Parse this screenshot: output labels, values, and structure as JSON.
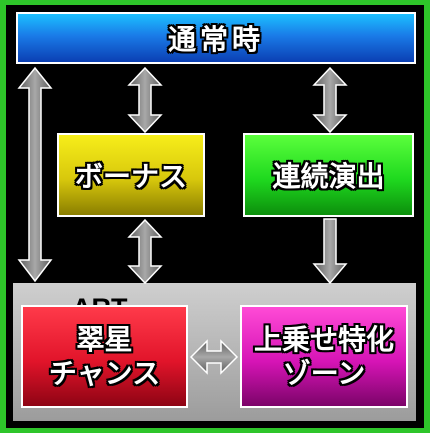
{
  "nodes": {
    "normal": "通常時",
    "bonus": "ボーナス",
    "renzoku": "連続演出",
    "art_label": "ART",
    "suisei_line1": "翠星",
    "suisei_line2": "チャンス",
    "uwanose_line1": "上乗せ特化",
    "uwanose_line2": "ゾーン"
  },
  "colors": {
    "background": "#2ec52a",
    "frame": "#000000",
    "arrow": "#7a7a7a"
  }
}
